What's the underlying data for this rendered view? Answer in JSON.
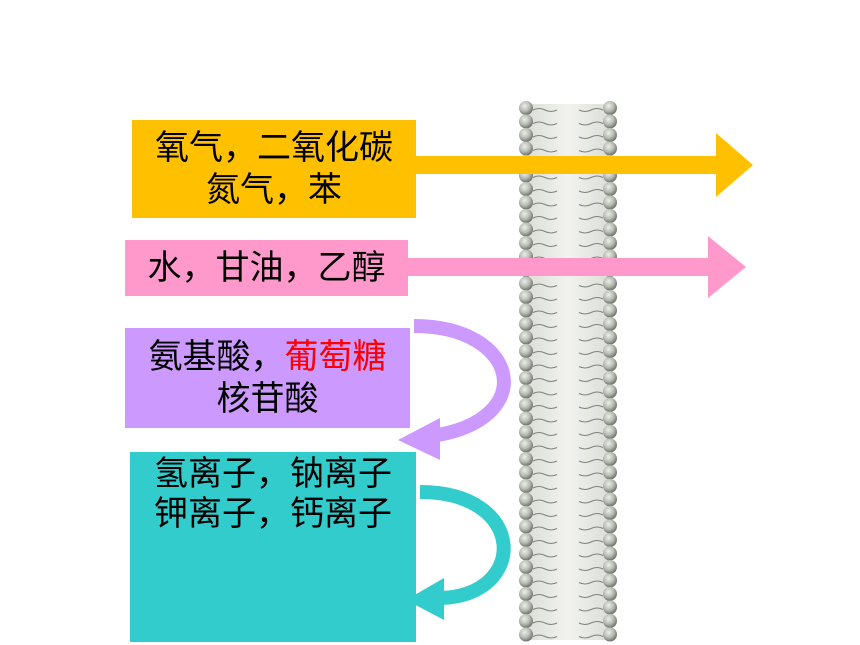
{
  "colors": {
    "yellow": "#FFC000",
    "pink": "#FF99CC",
    "lavender": "#CC99FF",
    "teal": "#33CCCC",
    "membrane_head": "#B9BDB5",
    "membrane_tail": "#8E938A",
    "highlight": "#FF0000"
  },
  "rows": {
    "gases": {
      "line1": "氧气，二氧化碳",
      "line2": "氮气，苯"
    },
    "alcohols": {
      "line1": "水，甘油，乙醇"
    },
    "aminoacids": {
      "line1_black": "氨基酸，",
      "line1_red": "葡萄糖",
      "line2": "核苷酸"
    },
    "ions": {
      "line1": "氢离子，钠离子",
      "line2": "钾离子，钙离子"
    }
  }
}
